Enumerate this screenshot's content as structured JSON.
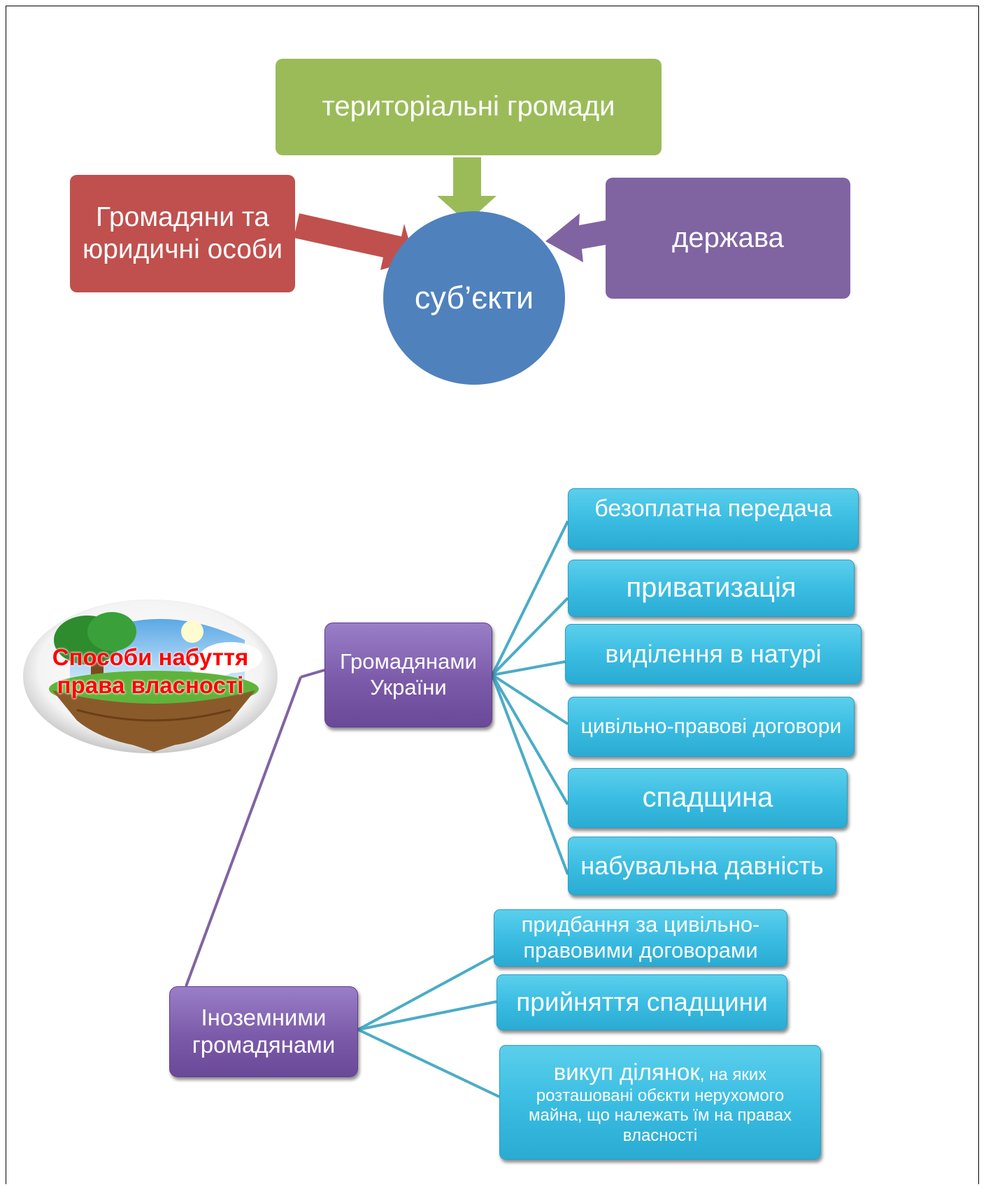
{
  "subjects": {
    "center": "суб’єкти",
    "top": "територіальні громади",
    "left": "Громадяни та юридичні особи",
    "right": "держава"
  },
  "acquisition": {
    "title": "Способи набуття права власності",
    "citizens": {
      "label": "Громадянами України",
      "methods": [
        "безоплатна передача",
        "приватизація",
        "виділення в натурі",
        "цивільно-правові договори",
        "спадщина",
        "набувальна давність"
      ]
    },
    "foreigners": {
      "label": "Іноземними громадянами",
      "methods": [
        "придбання за цивільно-правовими договорами",
        "прийняття спадщини"
      ],
      "buyout": {
        "main": "викуп ділянок",
        "detail": ", на яких розташовані обєкти нерухомого майна, що належать їм на правах власності"
      }
    }
  },
  "colors": {
    "green": "#9bbb59",
    "red": "#c0504d",
    "purple": "#8064a2",
    "blue": "#4f81bd",
    "teal": "#4bacc6",
    "title_red": "#ff0000"
  }
}
